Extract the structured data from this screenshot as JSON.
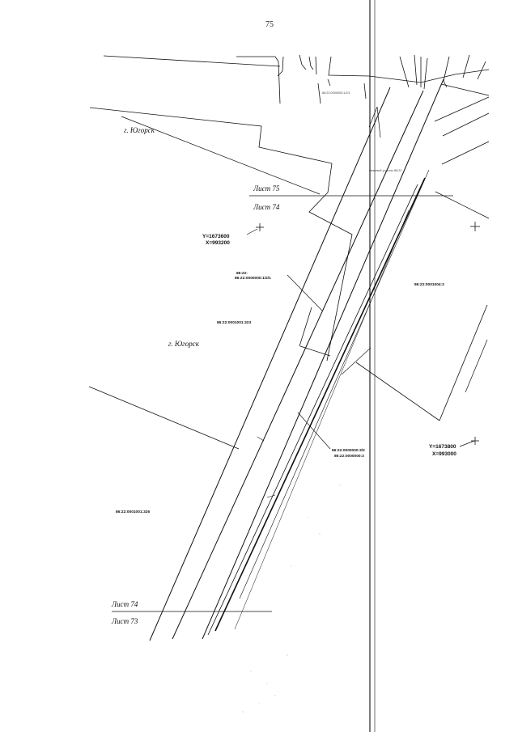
{
  "page": {
    "number": "75"
  },
  "sheets": {
    "upper_top": "Лист 75",
    "upper_bottom": "Лист 74",
    "lower_top": "Лист 74",
    "lower_bottom": "Лист 73"
  },
  "town_labels": {
    "north": "г. Югорск",
    "center": "г. Югорск"
  },
  "coordinates": {
    "left_marker": {
      "y": "Y=1673600",
      "x": "X=993200"
    },
    "right_marker": {
      "y": "Y=1673800",
      "x": "X=993000"
    }
  },
  "parcels": {
    "top_strip": "86:22:0000000:1/2/1",
    "top_strip_2": "межевой участок 86:22",
    "callout_a": "86:22:",
    "callout_b": "86:22:0000000:1/2/1",
    "right": "86:22:0001004:3",
    "center": "86:22:0001001:323",
    "lower_a": "86:22:0000000:3/2",
    "lower_b": "86:22:0000000:3",
    "bottom_left": "86:22:0001001:326"
  }
}
